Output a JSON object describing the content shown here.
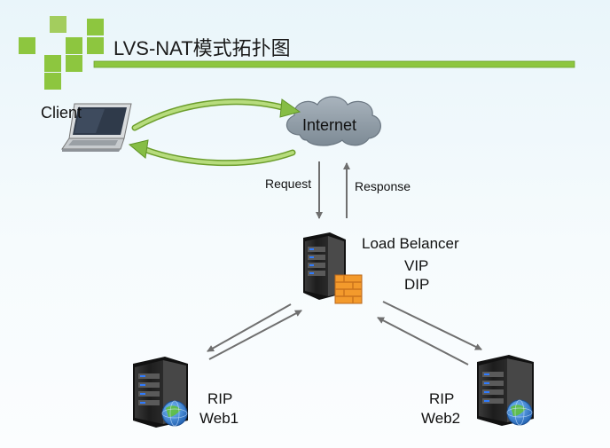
{
  "title": "LVS-NAT模式拓扑图",
  "nodes": {
    "client": {
      "label": "Client"
    },
    "internet": {
      "label": "Internet"
    },
    "load_balancer": {
      "name": "Load  Belancer",
      "vip": "VIP",
      "dip": "DIP"
    },
    "web1": {
      "rip": "RIP",
      "name": "Web1"
    },
    "web2": {
      "rip": "RIP",
      "name": "Web2"
    }
  },
  "edges": {
    "request": "Request",
    "response": "Response"
  },
  "colors": {
    "accent_green": "#8dc63f",
    "arrow_gray": "#6f6f6f",
    "cloud": "#8b98a3",
    "firewall": "#f39a2c"
  }
}
